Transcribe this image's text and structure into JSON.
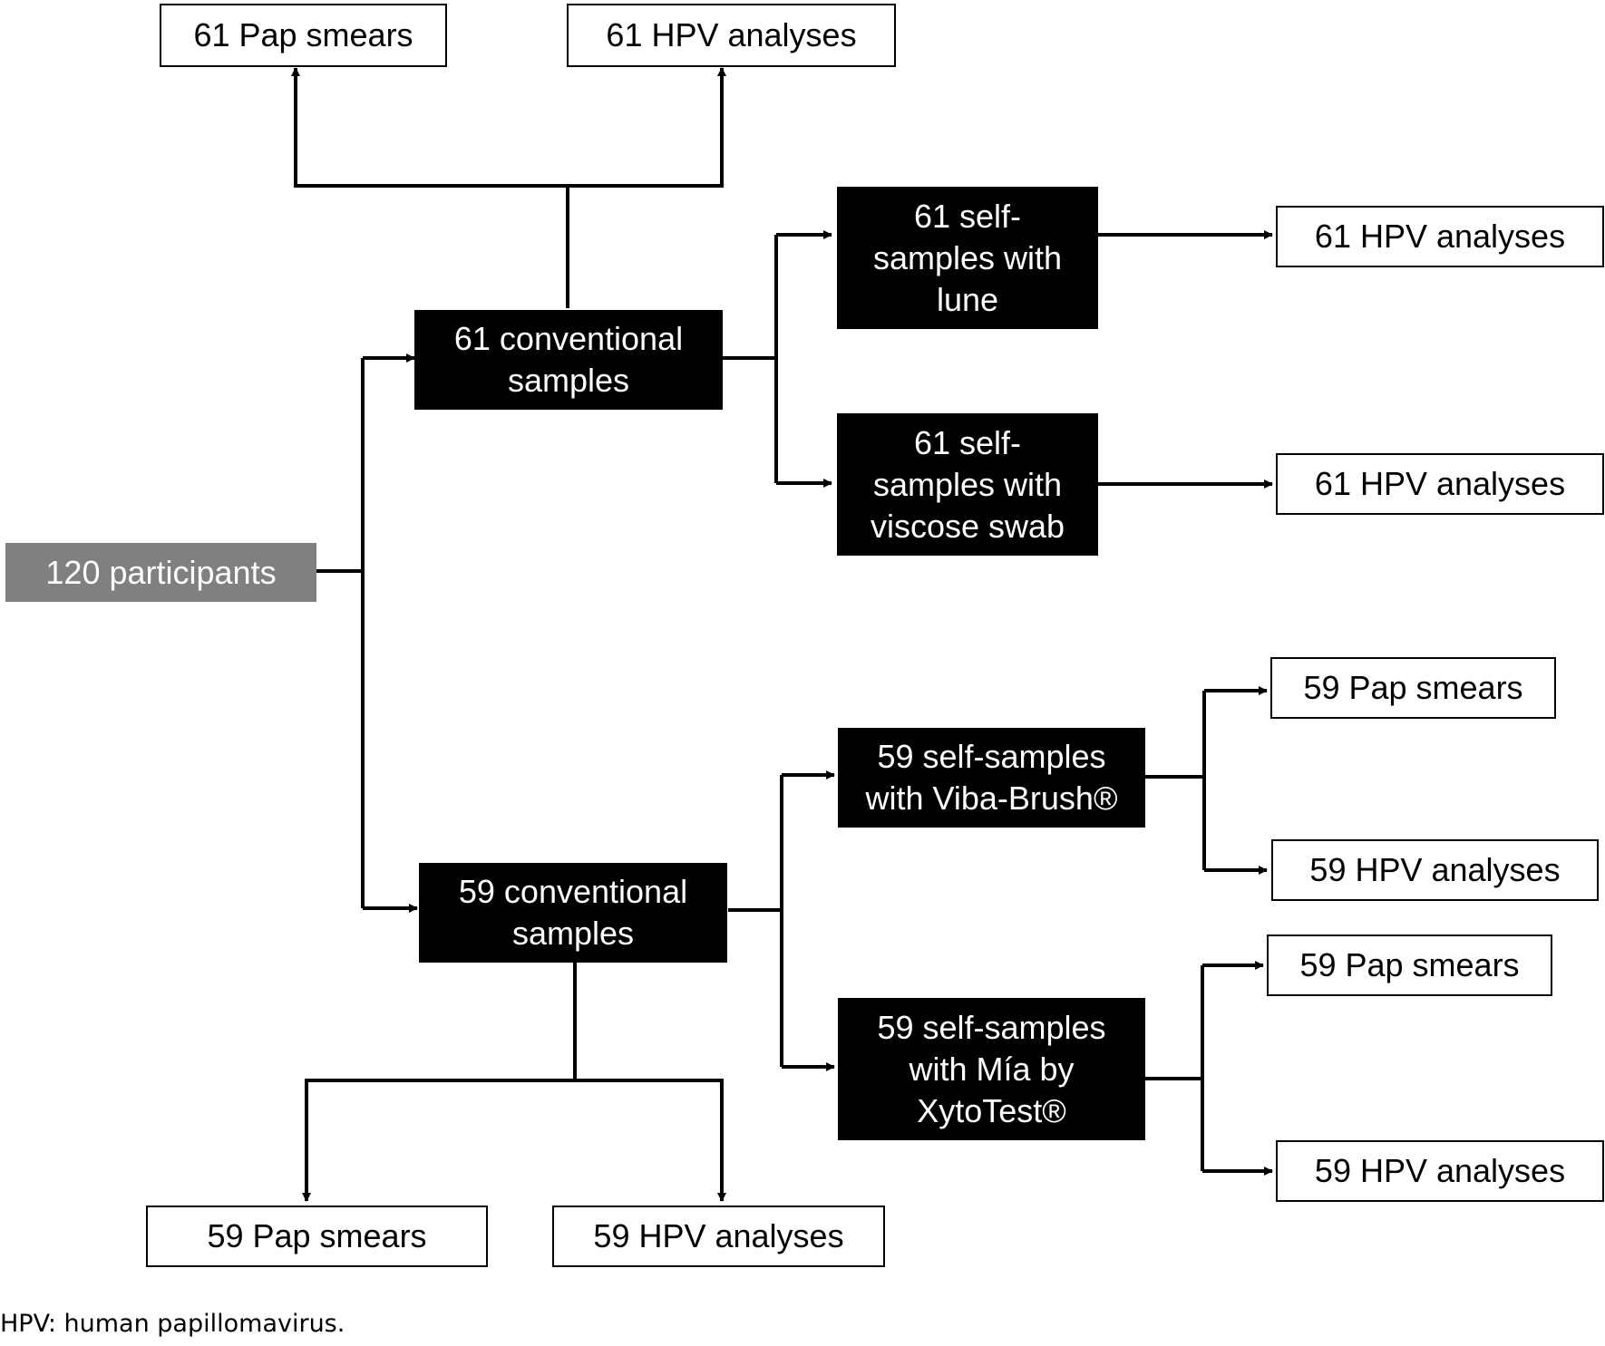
{
  "nodes": {
    "participants": "120 participants",
    "conv61": "61 conventional\nsamples",
    "conv61_pap": "61 Pap smears",
    "conv61_hpv": "61 HPV analyses",
    "lune": "61 self-\nsamples with\nlune",
    "lune_hpv": "61 HPV analyses",
    "viscose": "61 self-\nsamples with\nviscose swab",
    "viscose_hpv": "61 HPV analyses",
    "conv59": "59 conventional\nsamples",
    "conv59_pap": "59 Pap smears",
    "conv59_hpv": "59 HPV analyses",
    "viba": "59 self-samples\nwith Viba-Brush®",
    "viba_pap": "59 Pap smears",
    "viba_hpv": "59 HPV analyses",
    "mia": "59 self-samples\nwith Mía by\nXytoTest®",
    "mia_pap": "59 Pap smears",
    "mia_hpv": "59 HPV analyses"
  },
  "footnote": "HPV: human papillomavirus.",
  "colors": {
    "black_box": "#000000",
    "gray_box": "#808080",
    "white_box": "#ffffff",
    "line": "#000000"
  }
}
